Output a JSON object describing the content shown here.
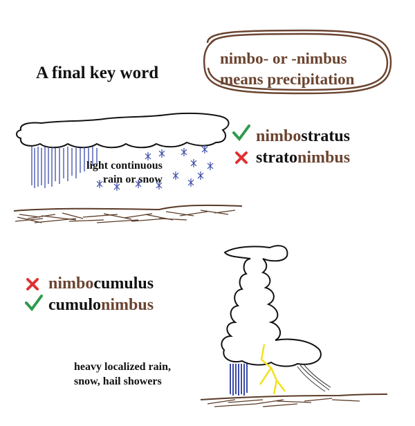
{
  "title": "A final key word",
  "definition": {
    "line1": "nimbo- or -nimbus",
    "line2": "means precipitation"
  },
  "colors": {
    "root_brown": "#6b4430",
    "check_green": "#2e9a4c",
    "cross_red": "#e03030",
    "rain_blue": "#3a4aa8",
    "lightning_yellow": "#f2e21a",
    "ground_brown": "#5a3a26"
  },
  "nimbostratus": {
    "correct": {
      "prefix": "nimbo",
      "suffix": "stratus",
      "mark": "check-icon"
    },
    "incorrect": {
      "prefix": "strato",
      "suffix": "nimbus",
      "mark": "cross-icon"
    },
    "description_line1": "light continuous",
    "description_line2": "rain or snow"
  },
  "cumulonimbus": {
    "incorrect": {
      "prefix": "nimbo",
      "suffix": "cumulus",
      "mark": "cross-icon"
    },
    "correct": {
      "prefix": "cumulo",
      "suffix": "nimbus",
      "mark": "check-icon"
    },
    "description_line1": "heavy localized rain,",
    "description_line2": "snow, hail showers"
  }
}
